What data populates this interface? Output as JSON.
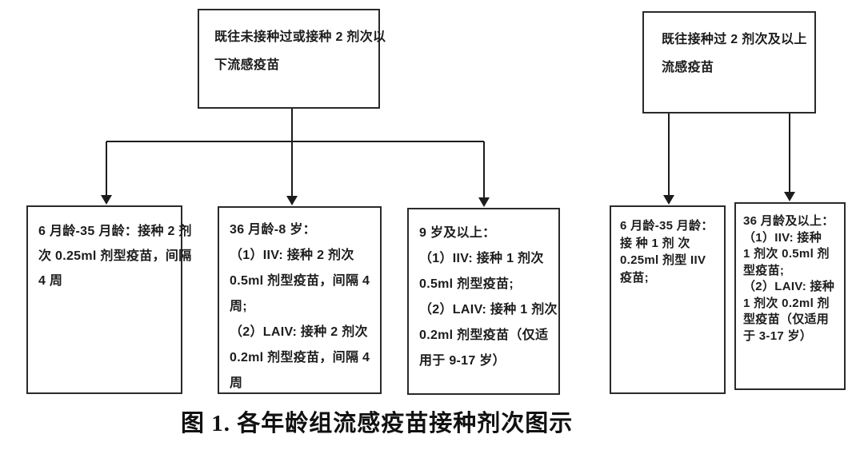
{
  "colors": {
    "ink": "#1c1c1c",
    "background": "#ffffff"
  },
  "figure": {
    "caption": "图 1. 各年龄组流感疫苗接种剂次图示"
  },
  "flowchart": {
    "left_root": {
      "name": "no-prior-or-under-2-doses",
      "lines": [
        "既往未接种过或接种 2 剂次以",
        "下流感疫苗"
      ]
    },
    "right_root": {
      "name": "prior-2-or-more-doses",
      "lines": [
        "既往接种过 2 剂次及以上",
        "流感疫苗"
      ]
    },
    "left_children": [
      {
        "name": "age-6-35-months",
        "lines": [
          "6 月龄-35 月龄：接种 2 剂",
          "次 0.25ml 剂型疫苗，间隔",
          "4 周"
        ]
      },
      {
        "name": "age-36-months-to-8-years",
        "lines": [
          "36 月龄-8 岁：",
          "（1）IIV: 接种 2 剂次",
          "0.5ml 剂型疫苗，间隔 4",
          "周;",
          "（2）LAIV: 接种 2 剂次",
          "0.2ml 剂型疫苗，间隔 4",
          "周"
        ]
      },
      {
        "name": "age-9-years-and-above",
        "lines": [
          "9 岁及以上：",
          "（1）IIV: 接种 1 剂次",
          "0.5ml 剂型疫苗;",
          "（2）LAIV: 接种 1 剂次",
          "0.2ml 剂型疫苗（仅适",
          "用于 9-17 岁）"
        ]
      }
    ],
    "right_children": [
      {
        "name": "age-6-35-months-prior",
        "lines": [
          "6 月龄-35 月龄：",
          "接 种  1  剂 次",
          "0.25ml 剂型 IIV",
          "疫苗;"
        ]
      },
      {
        "name": "age-36-months-and-above-prior",
        "lines": [
          "36 月龄及以上：",
          "（1）IIV: 接种",
          "1 剂次 0.5ml 剂",
          "型疫苗;",
          "（2）LAIV: 接种",
          "1 剂次 0.2ml 剂",
          "型疫苗（仅适用",
          "于 3-17 岁）"
        ]
      }
    ]
  }
}
